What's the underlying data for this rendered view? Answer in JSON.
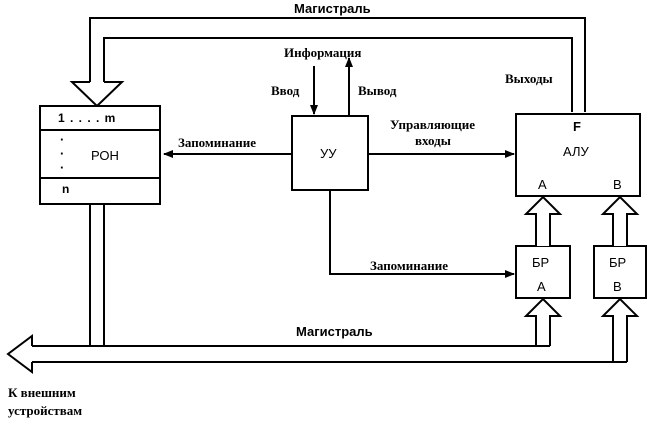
{
  "labels": {
    "bus_top": "Магистраль",
    "bus_bottom": "Магистраль",
    "info": "Информация",
    "input": "Ввод",
    "output": "Вывод",
    "outputs": "Выходы",
    "store_left": "Запоминание",
    "store_bottom": "Запоминание",
    "control_inputs_1": "Управляющие",
    "control_inputs_2": "входы",
    "external_1": "К внешним",
    "external_2": "устройствам"
  },
  "blocks": {
    "ron": {
      "name": "РОН",
      "top_row": "1 . . . . m",
      "dots": "·",
      "bottom_row": "n"
    },
    "uu": {
      "name": "УУ"
    },
    "alu": {
      "name": "АЛУ",
      "output": "F",
      "input_a": "А",
      "input_b": "В"
    },
    "br_a": {
      "line1": "БР",
      "line2": "А"
    },
    "br_b": {
      "line1": "БР",
      "line2": "В"
    }
  },
  "colors": {
    "line": "#000000",
    "background": "#ffffff"
  }
}
